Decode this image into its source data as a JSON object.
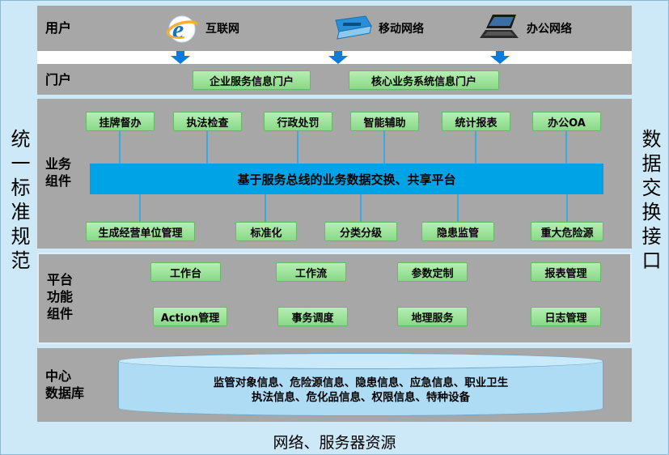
{
  "frame": {
    "left_vertical_label": "统一标准规范",
    "right_vertical_label": "数据交换接口",
    "bottom_title": "网络、服务器资源"
  },
  "colors": {
    "background": "#cde8f6",
    "panel_gray": "#a7a7a7",
    "button_green": "#9be49b",
    "bus_blue": "#00a3e6",
    "cylinder_blue": "#aedcf5",
    "arrow_blue": "#0d7bdc"
  },
  "user_row": {
    "label": "用户",
    "items": [
      {
        "icon": "ie-icon",
        "label": "互联网"
      },
      {
        "icon": "mobile-network-icon",
        "label": "移动网络"
      },
      {
        "icon": "laptop-icon",
        "label": "办公网络"
      }
    ]
  },
  "portal_row": {
    "label": "门户",
    "items": [
      {
        "label": "企业服务信息门户"
      },
      {
        "label": "核心业务系统信息门户"
      }
    ]
  },
  "business_row": {
    "label": "业务\n组件",
    "top_items": [
      "挂牌督办",
      "执法检查",
      "行政处罚",
      "智能辅助",
      "统计报表",
      "办公OA"
    ],
    "bus_label": "基于服务总线的业务数据交换、共享平台",
    "bottom_items": [
      "生成经营单位管理",
      "标准化",
      "分类分级",
      "隐患监管",
      "重大危险源"
    ]
  },
  "platform_row": {
    "label": "平台\n功能\n组件",
    "row1": [
      "工作台",
      "工作流",
      "参数定制",
      "报表管理"
    ],
    "row2": [
      "Action管理",
      "事务调度",
      "地理服务",
      "日志管理"
    ]
  },
  "database_row": {
    "label": "中心\n数据库",
    "line1": "监管对象信息、危险源信息、隐患信息、应急信息、职业卫生",
    "line2": "执法信息、危化品信息、权限信息、特种设备"
  }
}
